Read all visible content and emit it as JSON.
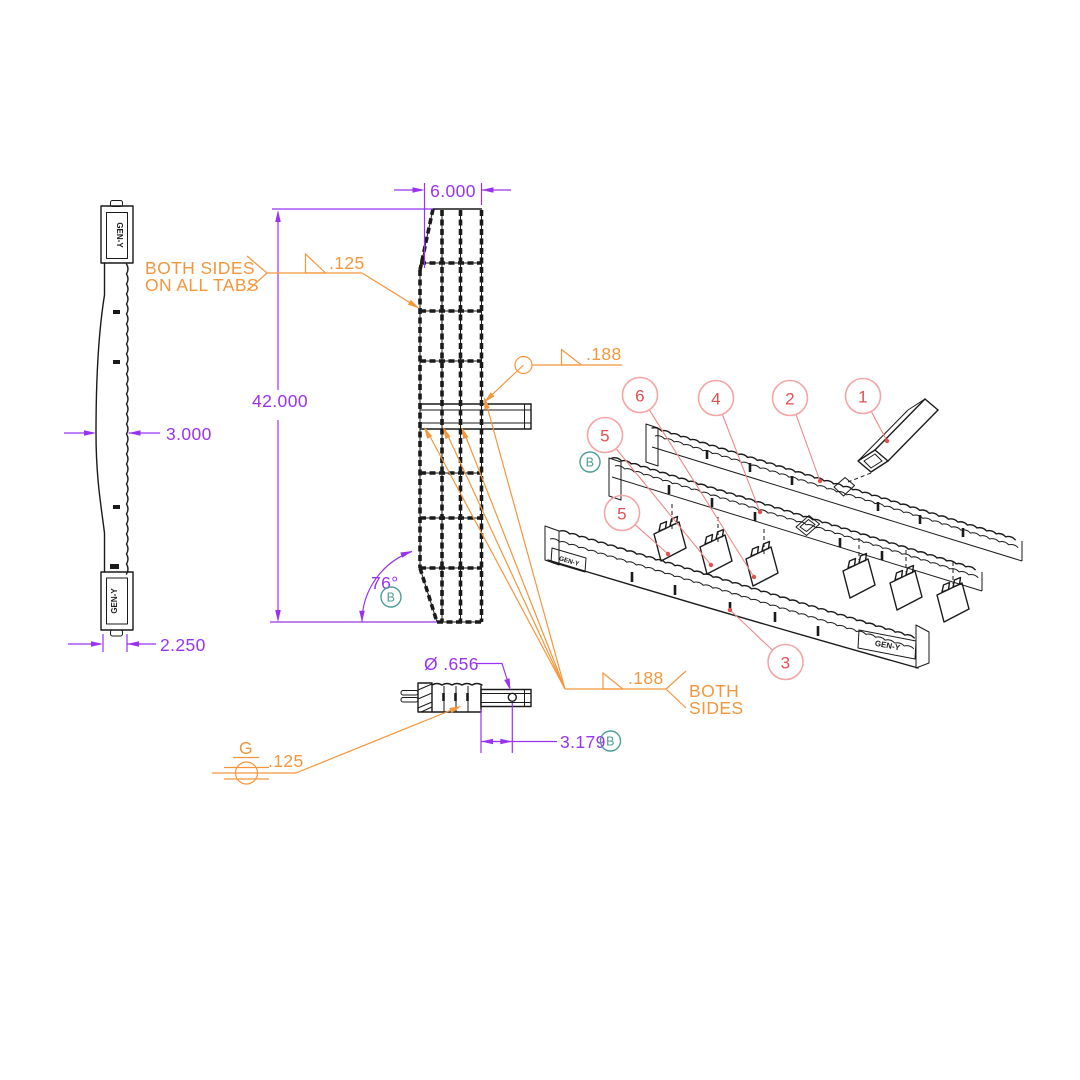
{
  "colors": {
    "dimension": "#9933F2",
    "weld_note": "#F4963C",
    "balloon": "#E45050",
    "balloon_circle": "#F4A6A6",
    "datum": "#4E9C96",
    "geometry": "#1A1A1A",
    "background": "#FFFFFF"
  },
  "side_view": {
    "logo_top": "GEN-Y",
    "logo_bottom": "GEN-Y",
    "dim_width": "3.000",
    "dim_base": "2.250"
  },
  "front_view": {
    "dim_width": "6.000",
    "dim_height": "42.000",
    "angle": {
      "value": "76°",
      "datum": "B"
    },
    "weld_tab": {
      "size": ".125",
      "note1": "BOTH SIDES",
      "note2": "ON ALL TABS"
    },
    "weld_receiver": {
      "size": ".188"
    },
    "weld_rib": {
      "size": ".188",
      "note1": "BOTH",
      "note2": "SIDES"
    }
  },
  "detail_view": {
    "hole_dia": "Ø .656",
    "offset": {
      "value": "3.179",
      "datum": "B"
    },
    "weld_grind": {
      "finish": "G",
      "size": ".125"
    }
  },
  "exploded_view": {
    "datum": "B",
    "logo_front_left": "GEN-Y",
    "logo_front_right": "GEN-Y",
    "balloons": [
      {
        "label": "1"
      },
      {
        "label": "2"
      },
      {
        "label": "3"
      },
      {
        "label": "4"
      },
      {
        "label": "5"
      },
      {
        "label": "5"
      },
      {
        "label": "6"
      }
    ]
  }
}
